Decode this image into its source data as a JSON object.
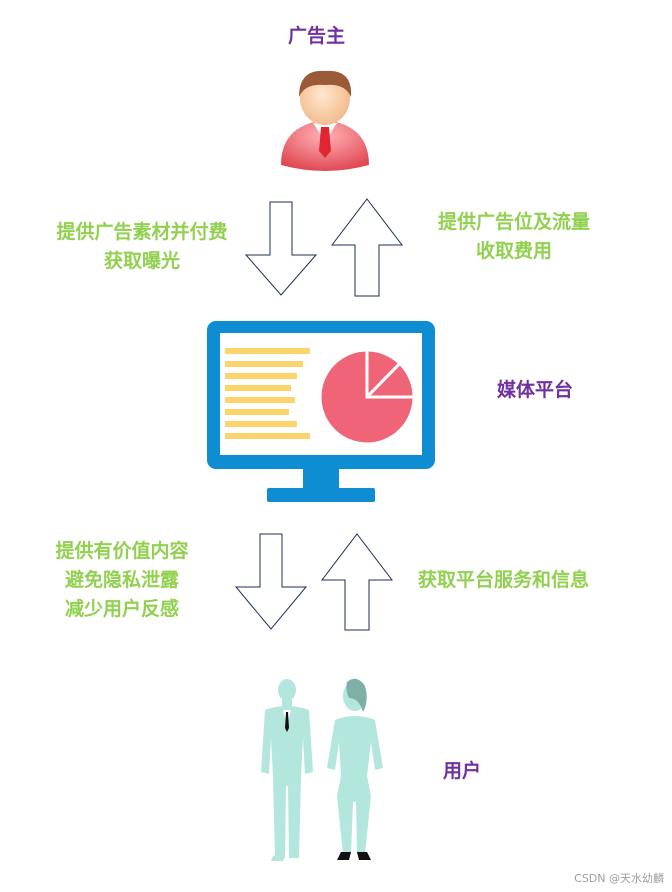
{
  "advertiser": {
    "label": "广告主"
  },
  "media": {
    "label": "媒体平台"
  },
  "users": {
    "label": "用户"
  },
  "flow_top_left": {
    "lines": [
      "提供广告素材并付费",
      "获取曝光"
    ]
  },
  "flow_top_right": {
    "lines": [
      "提供广告位及流量",
      "收取费用"
    ]
  },
  "flow_bottom_left": {
    "lines": [
      "提供有价值内容",
      "避免隐私泄露",
      "减少用户反感"
    ]
  },
  "flow_bottom_right": {
    "lines": [
      "获取平台服务和信息"
    ]
  },
  "watermark": "CSDN @天水幼麟",
  "colors": {
    "label_purple": "#7030a0",
    "label_green": "#92d050",
    "monitor_blue": "#0f8dd3",
    "pie_pink": "#ef6477",
    "text_lines_yellow": "#fbd46c",
    "people_teal": "#b3e6dd"
  }
}
